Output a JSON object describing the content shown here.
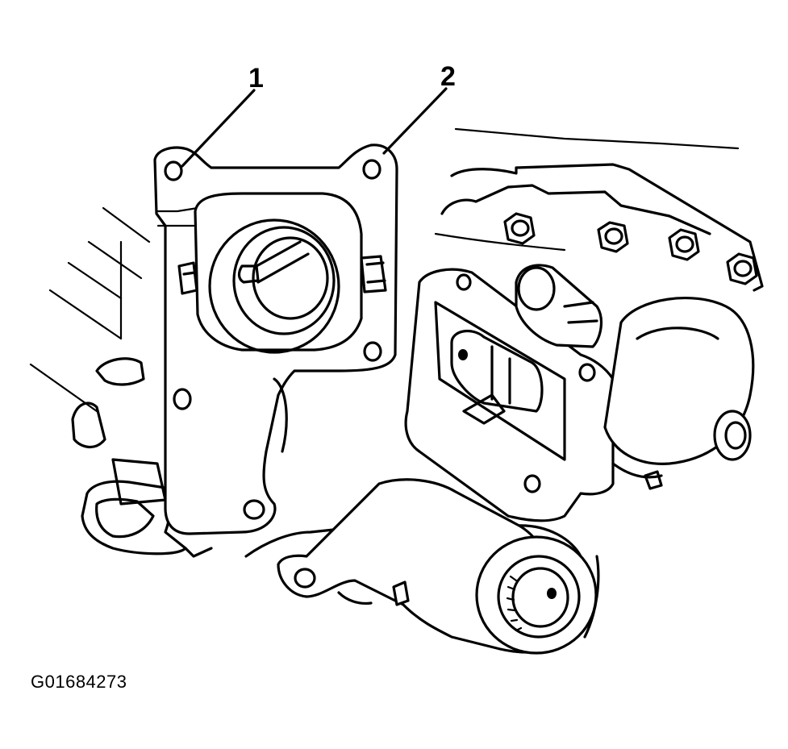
{
  "diagram": {
    "callouts": [
      {
        "id": "1",
        "label": "1"
      },
      {
        "id": "2",
        "label": "2"
      }
    ],
    "figure_id": "G01684273"
  },
  "colors": {
    "ink": "#000000",
    "paper": "#ffffff"
  }
}
